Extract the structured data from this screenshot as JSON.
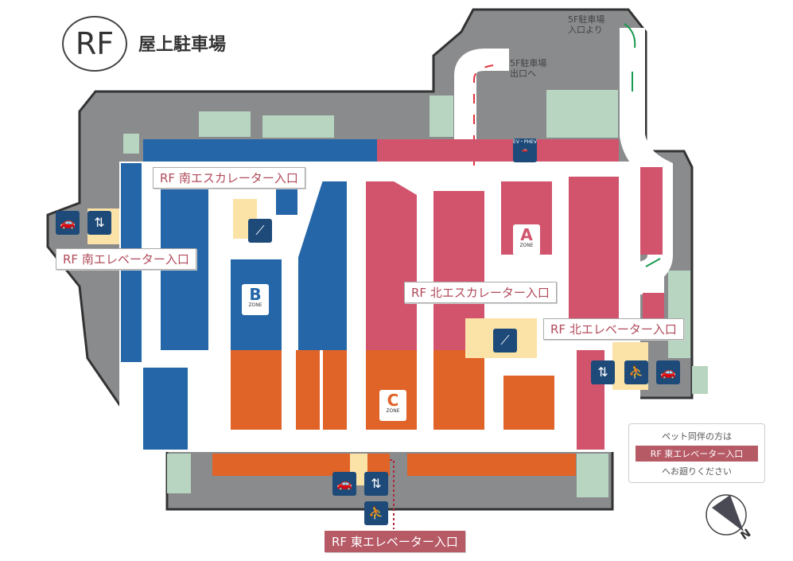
{
  "header": {
    "logo": "RF",
    "title": "屋上駐車場"
  },
  "routes": {
    "entry_from_5f": [
      "5F駐車場",
      "入口より"
    ],
    "exit_to_5f": [
      "5F駐車場",
      "出口へ"
    ],
    "ev_badge": "EV・PHEV"
  },
  "zones": [
    {
      "letter": "A",
      "sub": "ZONE"
    },
    {
      "letter": "B",
      "sub": "ZONE"
    },
    {
      "letter": "C",
      "sub": "ZONE"
    }
  ],
  "labels": {
    "south_escalator": "RF 南エスカレーター入口",
    "south_elevator": "RF 南エレベーター入口",
    "north_escalator": "RF 北エスカレーター入口",
    "north_elevator": "RF 北エレベーター入口",
    "east_elevator": "RF 東エレベーター入口"
  },
  "notice": {
    "line1": "ペット同伴の方は",
    "highlight": "RF 東エレベーター入口",
    "line3": "へお廻りください"
  },
  "compass": {
    "label": "N"
  },
  "colors": {
    "zone_a": "#d1546c",
    "zone_b": "#2466a8",
    "zone_c": "#e06328",
    "entry_arrow": "#1a9a50",
    "exit_arrow": "#e0323c"
  }
}
